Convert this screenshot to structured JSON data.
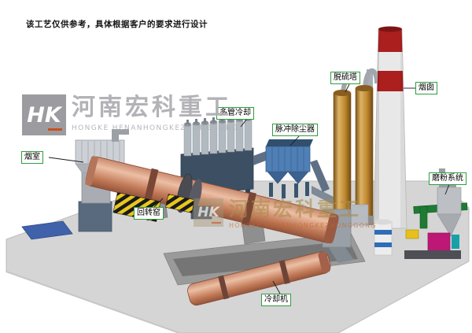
{
  "note": "该工艺仅供参考，具体根据客户的要求进行设计",
  "watermark": {
    "logo_text": "HK",
    "brand_cn": "河南宏科重工",
    "brand_en": "HONGKE HENANHONGKEZHONGGONG"
  },
  "labels": {
    "smoke_chamber": "烟室",
    "rotary_kiln": "回转窑",
    "multi_tube_cooler": "多管冷却",
    "pulse_dust_collector": "脉冲除尘器",
    "desulfurization_tower": "脱硫塔",
    "chimney": "烟囱",
    "grinding_system": "磨粉系统",
    "cooling_machine": "冷却机"
  },
  "colors": {
    "kiln": "#d6967a",
    "dust_collector": "#4f7fb5",
    "cooler_housing": "#3d4f63",
    "desulfurization_tower": "#c08a30",
    "chimney_red": "#ab1f1f",
    "green_pipe": "#1f7a33",
    "mill_magenta": "#bd1876",
    "label_border": "#2f9e3f",
    "platform": "#d5d5d5",
    "foundation_blue": "#3f62aa"
  }
}
